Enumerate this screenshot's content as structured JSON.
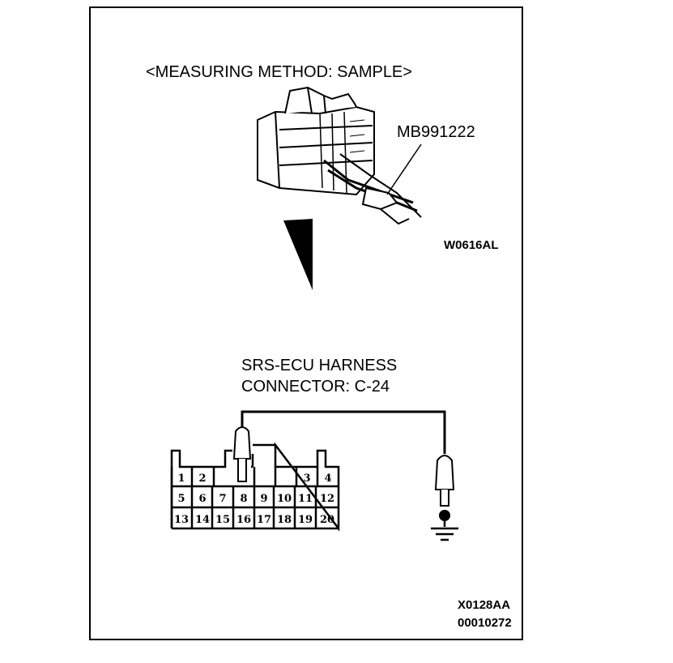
{
  "diagram": {
    "heading": "<MEASURING METHOD: SAMPLE>",
    "tool_label": "MB991222",
    "figure_code_top": "W0616AL",
    "connector_title_line1": "SRS-ECU HARNESS",
    "connector_title_line2": "CONNECTOR: C-24",
    "figure_code_bottom": "X0128AA",
    "document_number": "00010272",
    "probed_pin": "8",
    "pins": {
      "row1": [
        "1",
        "2",
        "3",
        "4"
      ],
      "row2": [
        "5",
        "6",
        "7",
        "8",
        "9",
        "10",
        "11",
        "12"
      ],
      "row3": [
        "13",
        "14",
        "15",
        "16",
        "17",
        "18",
        "19",
        "20"
      ]
    }
  }
}
